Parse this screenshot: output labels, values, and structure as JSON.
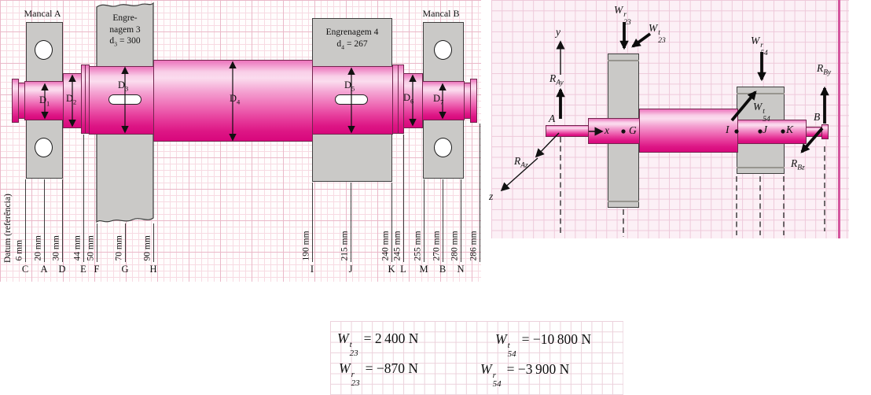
{
  "left": {
    "bearing_a": "Mancal A",
    "bearing_b": "Mancal B",
    "gear3_line1": "Engre-",
    "gear3_line2": "nagem 3",
    "gear3_dim": {
      "base": "d",
      "sub": "3",
      "value": " = 300"
    },
    "gear4_line1": "Engrenagem 4",
    "gear4_dim": {
      "base": "d",
      "sub": "4",
      "value": " = 267"
    },
    "datum": "Datum (referência)",
    "diameters": [
      {
        "base": "D",
        "sub": "1"
      },
      {
        "base": "D",
        "sub": "2"
      },
      {
        "base": "D",
        "sub": "3"
      },
      {
        "base": "D",
        "sub": "4"
      },
      {
        "base": "D",
        "sub": "5"
      },
      {
        "base": "D",
        "sub": "6"
      },
      {
        "base": "D",
        "sub": "7"
      }
    ],
    "stations": [
      {
        "letter": "C",
        "dim": "6 mm"
      },
      {
        "letter": "A",
        "dim": "20 mm"
      },
      {
        "letter": "D",
        "dim": "30 mm"
      },
      {
        "letter": "E",
        "dim": "44 mm"
      },
      {
        "letter": "F",
        "dim": "50 mm"
      },
      {
        "letter": "G",
        "dim": "70 mm"
      },
      {
        "letter": "H",
        "dim": "90 mm"
      },
      {
        "letter": "I",
        "dim": "190 mm"
      },
      {
        "letter": "J",
        "dim": "215 mm"
      },
      {
        "letter": "K",
        "dim": "240 mm"
      },
      {
        "letter": "L",
        "dim": "245 mm"
      },
      {
        "letter": "M",
        "dim": "255 mm"
      },
      {
        "letter": "B",
        "dim": "270 mm"
      },
      {
        "letter": "N",
        "dim": "280 mm"
      },
      {
        "letter": "",
        "dim": "286 mm"
      }
    ]
  },
  "fbd": {
    "axes": {
      "x": "x",
      "y": "y",
      "z": "z"
    },
    "points": {
      "a": "A",
      "b": "B",
      "g": "G",
      "i": "I",
      "j": "J",
      "k": "K"
    },
    "forces": {
      "w23r": {
        "base": "W",
        "sup": "r",
        "sub": "23"
      },
      "w23t": {
        "base": "W",
        "sup": "t",
        "sub": "23"
      },
      "w54r": {
        "base": "W",
        "sup": "r",
        "sub": "54"
      },
      "w54t": {
        "base": "W",
        "sup": "t",
        "sub": "54"
      },
      "ray": {
        "base": "R",
        "sub": "Ay"
      },
      "raz": {
        "base": "R",
        "sub": "Az"
      },
      "rby": {
        "base": "R",
        "sub": "By"
      },
      "rbz": {
        "base": "R",
        "sub": "Bz"
      }
    }
  },
  "equations": [
    {
      "base": "W",
      "sup": "t",
      "sub": "23",
      "value": "= 2 400 N"
    },
    {
      "base": "W",
      "sup": "t",
      "sub": "54",
      "value": "= −10 800 N"
    },
    {
      "base": "W",
      "sup": "r",
      "sub": "23",
      "value": "= −870 N"
    },
    {
      "base": "W",
      "sup": "r",
      "sub": "54",
      "value": "= −3 900 N"
    }
  ],
  "colors": {
    "shaft_magenta": "#d8077c",
    "shaft_highlight": "#fbdcee",
    "block_gray": "#cac9c7",
    "grid_pink": "#eab9c9",
    "accent_line": "#d4569e"
  }
}
